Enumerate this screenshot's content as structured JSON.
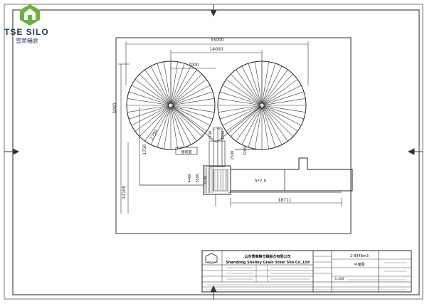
{
  "logo": {
    "brand": "TSE SILO",
    "brand_cn": "雪萊糧倉",
    "colors": {
      "green": "#6cb33e",
      "navy": "#1f3c5a"
    }
  },
  "dimensions": {
    "overall_width": "33000",
    "center_spacing": "14000",
    "bin_radius": "7000",
    "overall_height": "5000",
    "d_2750": "2750",
    "d_1750": "1750",
    "d_2700a": "2700",
    "d_2700b": "2700",
    "d_1000": "1000",
    "d_2500": "2500",
    "d_3200": "3200",
    "d_5500": "5500",
    "d_4400": "4400",
    "d_3100": "3100",
    "d_12100": "12100",
    "d_18711": "18711"
  },
  "labels": {
    "building_block": "5*7.5",
    "small_room": "值班室"
  },
  "title_block": {
    "company_cn": "山东雪莱粮仓钢板仓有限公司",
    "company_en": "Shandong Shelley Grain Steel Silo Co.,Ltd",
    "drawing_no": "2-8948m3",
    "view_name": "平面图",
    "scale": "1:300",
    "logo_text": "TSE SILO"
  }
}
